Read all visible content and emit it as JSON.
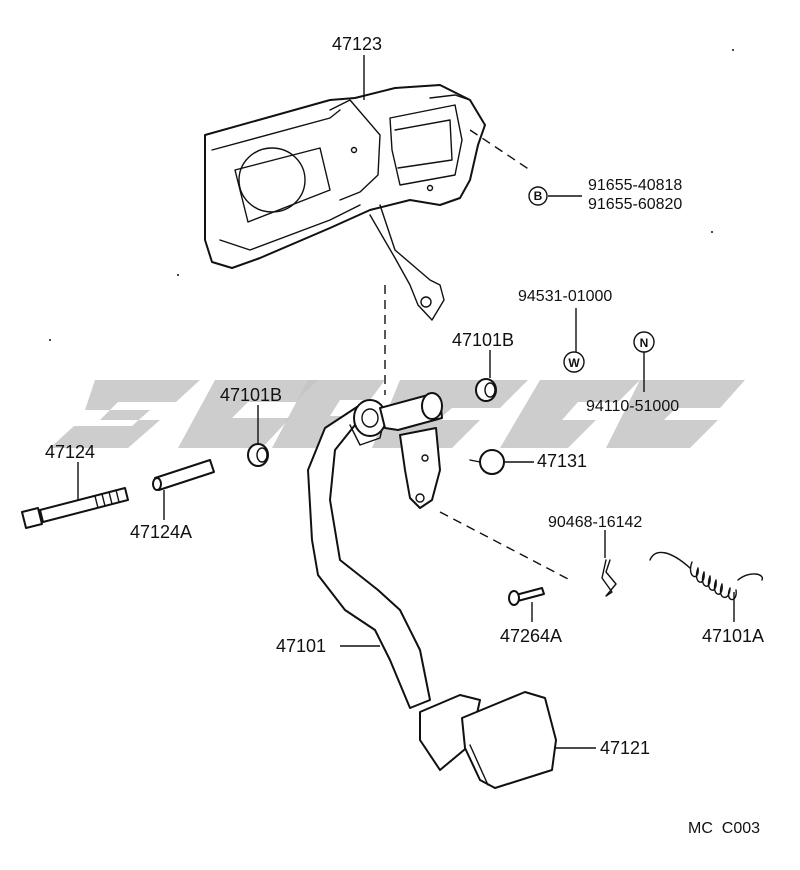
{
  "diagram": {
    "footer_code": "MC  C003",
    "parts": {
      "bracket": "47123",
      "bolt_b_1": "91655-40818",
      "bolt_b_2": "91655-60820",
      "washer": "94531-01000",
      "nut": "94110-51000",
      "bushing_right": "47101B",
      "bushing_left": "47101B",
      "pedal_bolt": "47124",
      "collar": "47124A",
      "cushion": "47131",
      "clip": "90468-16142",
      "pin": "47264A",
      "spring": "47101A",
      "pedal_arm": "47101",
      "pedal_pad": "47121"
    },
    "badges": {
      "b": "B",
      "w": "W",
      "n": "N"
    }
  }
}
